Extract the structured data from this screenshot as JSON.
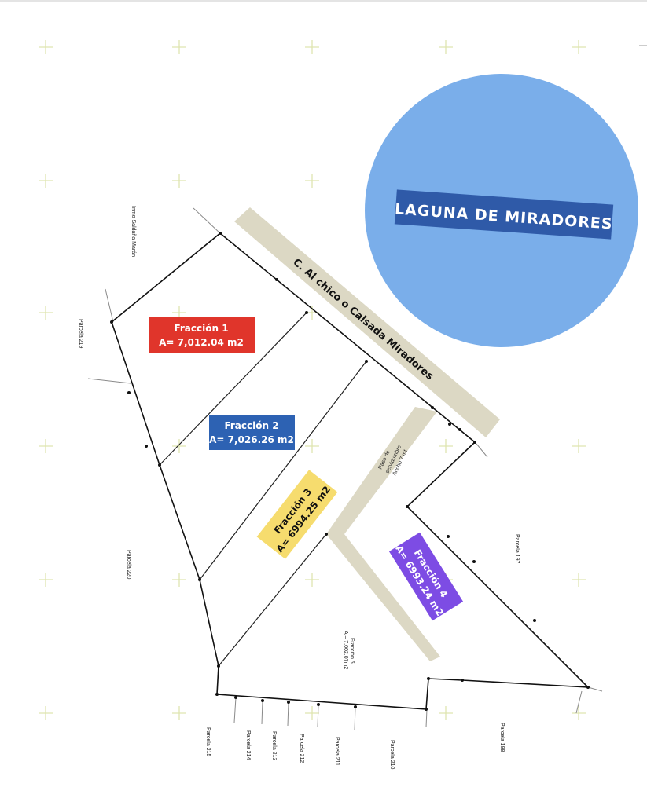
{
  "lake": {
    "label": "LAGUNA DE MIRADORES",
    "fill": "#7aaeea",
    "label_bg": "#2f5aa8"
  },
  "road": {
    "label": "C. Al chico o Calsada Miradores",
    "fill": "#dcd8c4"
  },
  "access": {
    "label_line1": "Paso de",
    "label_line2": "servidumbre",
    "label_line3": "Ancho 7 mt"
  },
  "fractions": [
    {
      "title": "Fracción 1",
      "area": "A= 7,012.04 m2",
      "color": "#e0352b"
    },
    {
      "title": "Fracción 2",
      "area": "A= 7,026.26 m2",
      "color": "#2d62b3"
    },
    {
      "title": "Fracción 3",
      "area": "A= 6994.25 m2",
      "color": "#f6dc6e"
    },
    {
      "title": "Fracción 4",
      "area": "A= 6993.24 m2",
      "color": "#7d4ce4"
    }
  ],
  "fraction5": {
    "title": "Fracción 5",
    "area": "A = 7,002.07m2"
  },
  "neighbors": {
    "top_left": "Inmo Saldaña Marán",
    "p219": "Parcela 219",
    "p220": "Parcela 220",
    "p197": "Parcela 197",
    "p198": "Parcela 198",
    "p210": "Parcela 210",
    "p211": "Parcela 211",
    "p212": "Parcela 212",
    "p213": "Parcela 213",
    "p214": "Parcela 214",
    "p215": "Parcela 215"
  }
}
